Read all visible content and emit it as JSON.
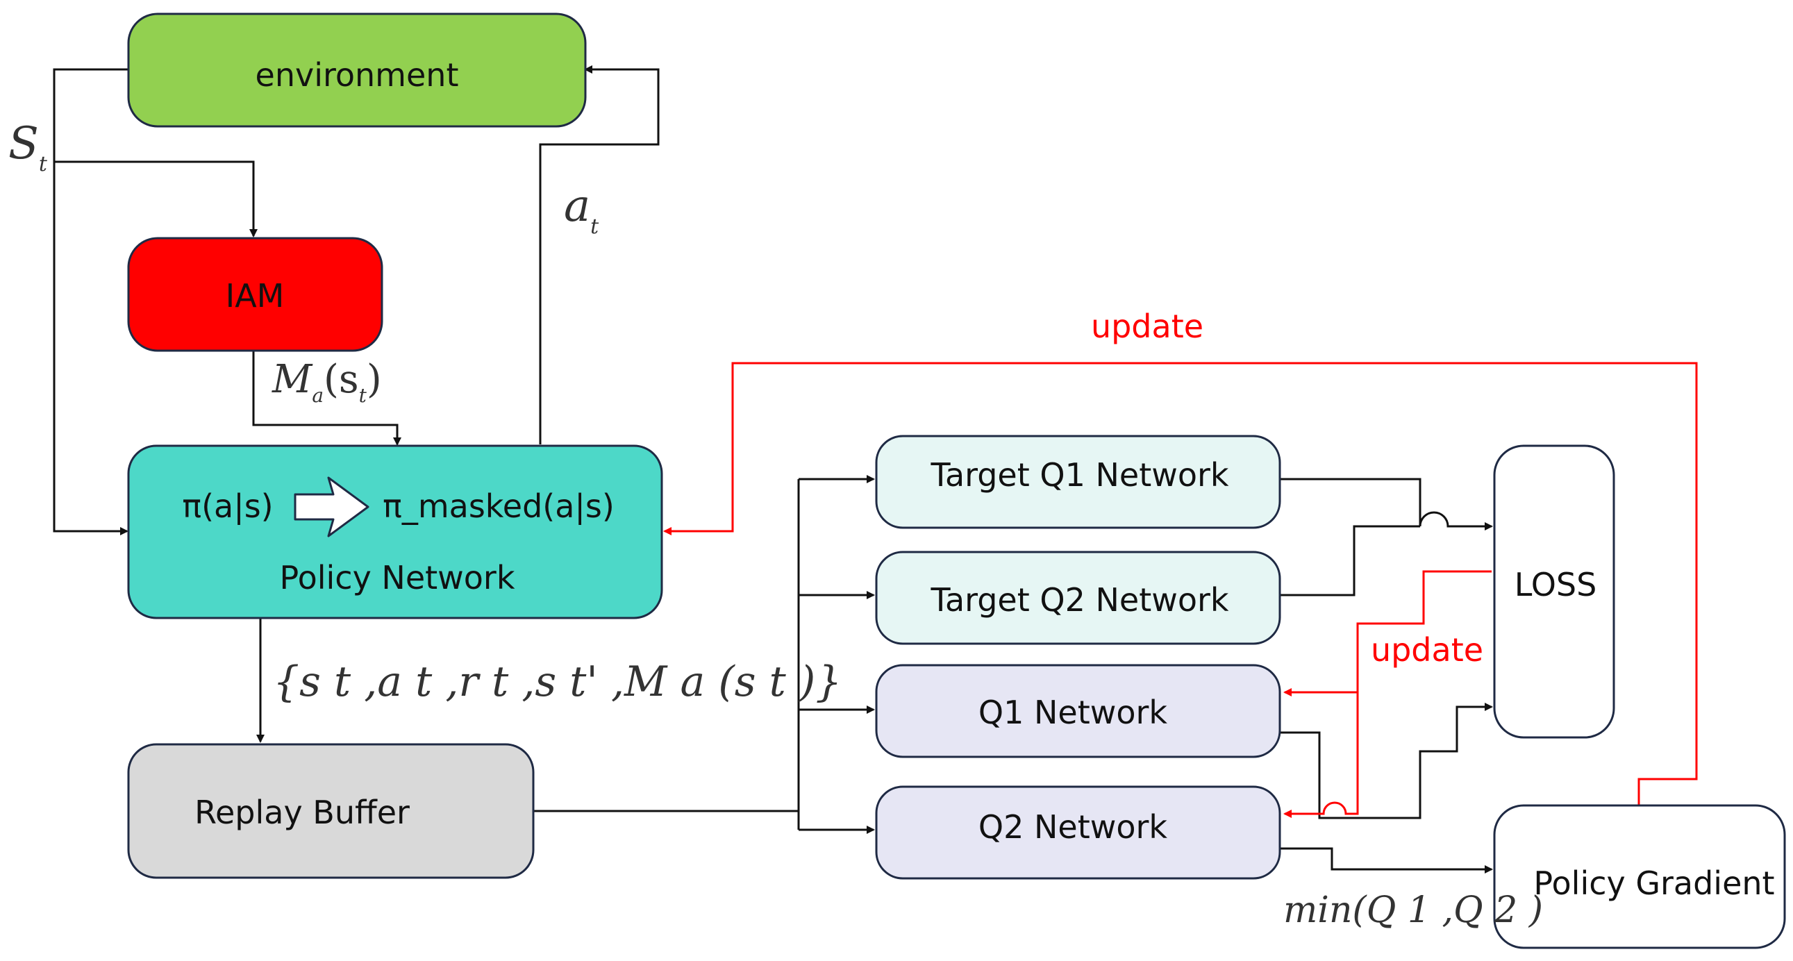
{
  "nodes": {
    "environment": "environment",
    "iam": "IAM",
    "policy_left": "π(a|s)",
    "policy_right": "π_masked(a|s)",
    "policy_title": "Policy Network",
    "replay_buffer": "Replay Buffer",
    "target_q1": "Target Q1 Network",
    "target_q2": "Target Q2 Network",
    "q1": "Q1 Network",
    "q2": "Q2 Network",
    "loss": "LOSS",
    "policy_gradient": "Policy Gradient"
  },
  "labels": {
    "state_main": "S",
    "state_sub": "t",
    "action_main": "a",
    "action_sub": "t",
    "mask_main": "M",
    "mask_sub": "a",
    "mask_arg": "(s",
    "mask_arg_sub": "t",
    "mask_close": ")",
    "transition": "{s t ,a t ,r t ,s t' ,M a (s t )}",
    "min_q": "min(Q 1 ,Q 2 )",
    "update_top": "update",
    "update_mid": "update"
  },
  "colors": {
    "environment": "#92d050",
    "iam": "#ff0000",
    "policy": "#4dd8c8",
    "replay": "#d9d9d9",
    "target": "#e6f6f4",
    "q": "#e6e6f4",
    "update": "#ff0000"
  }
}
